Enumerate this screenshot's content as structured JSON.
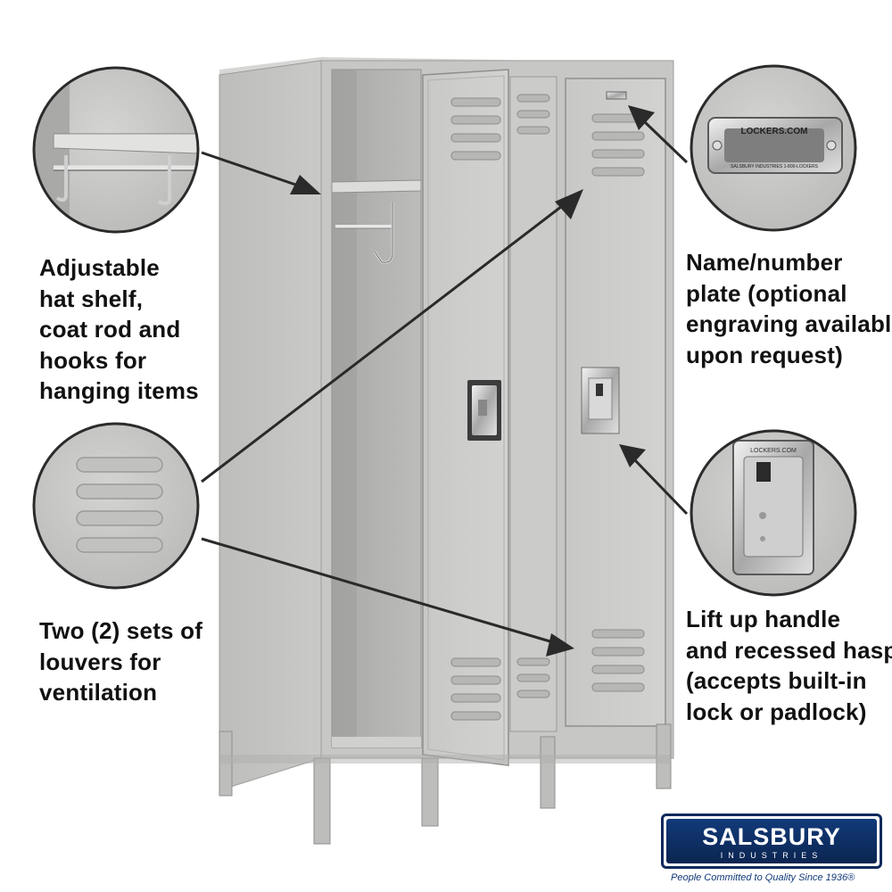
{
  "callouts": {
    "shelf": [
      "Adjustable",
      "hat shelf,",
      "coat rod and",
      "hooks for",
      "hanging items"
    ],
    "louvers": [
      "Two (2) sets of",
      "louvers for",
      "ventilation"
    ],
    "plate": [
      "Name/number",
      "plate (optional",
      "engraving available",
      "upon request)"
    ],
    "handle": [
      "Lift up handle",
      "and recessed hasp",
      "(accepts built-in",
      "lock or padlock)"
    ]
  },
  "plate_text": {
    "top": "LOCKERS.COM",
    "bottom": "SALSBURY INDUSTRIES   1-800-LOCKERS"
  },
  "hasp_text": "LOCKERS.COM",
  "logo": {
    "brand": "SALSBURY",
    "sub": "INDUSTRIES",
    "tagline": "People Committed to Quality Since 1936®"
  },
  "colors": {
    "locker": "#c3c3c1",
    "brand_blue": "#123a7a"
  }
}
